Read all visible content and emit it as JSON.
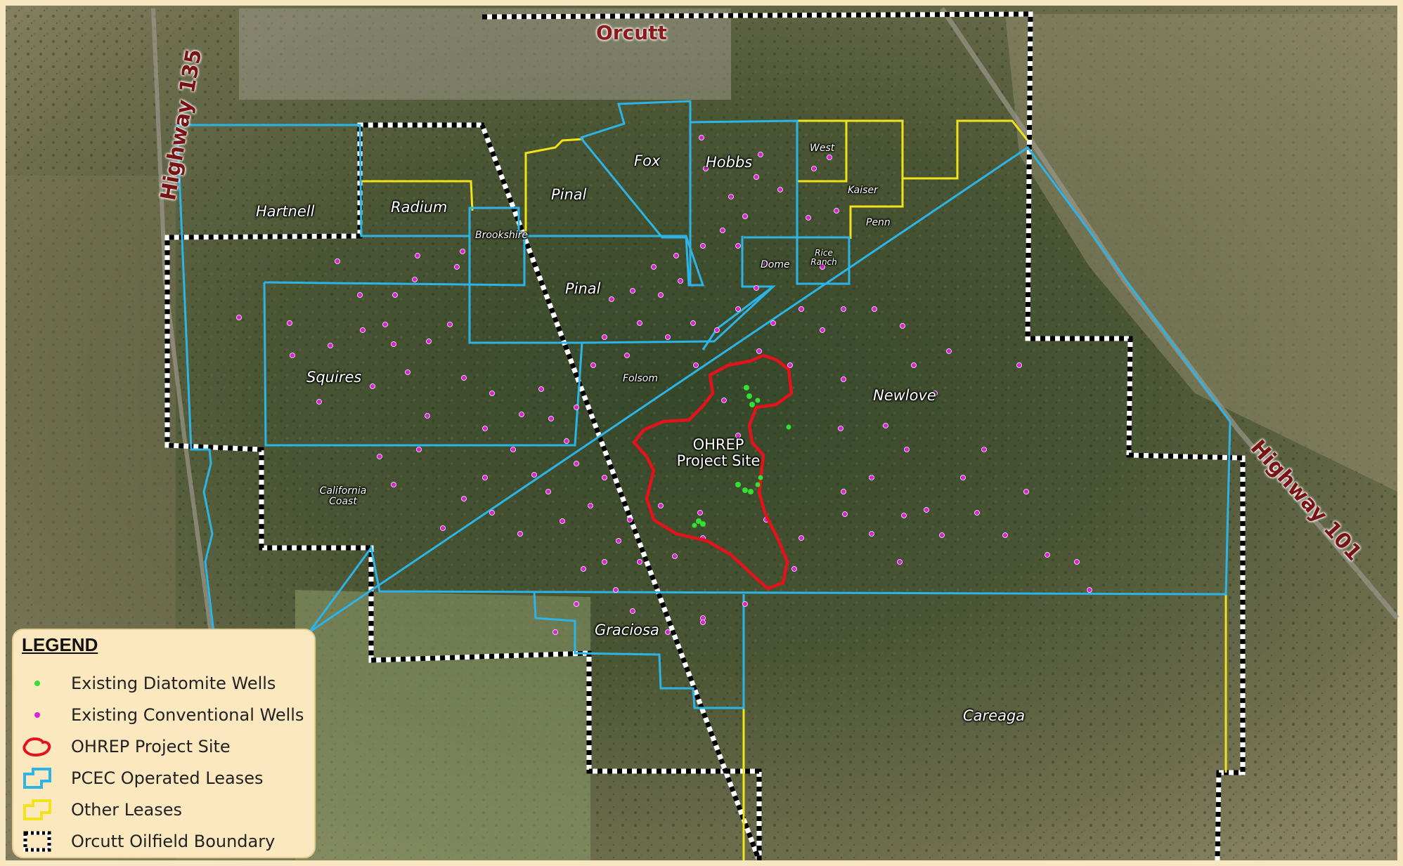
{
  "map": {
    "town": "Orcutt",
    "highways": {
      "hwy135": "Highway 135",
      "hwy101": "Highway 101"
    },
    "lease_labels": [
      {
        "key": "hartnell",
        "text": "Hartnell"
      },
      {
        "key": "radium",
        "text": "Radium"
      },
      {
        "key": "pinal_north",
        "text": "Pinal"
      },
      {
        "key": "fox",
        "text": "Fox"
      },
      {
        "key": "hobbs",
        "text": "Hobbs"
      },
      {
        "key": "west",
        "text": "West"
      },
      {
        "key": "kaiser",
        "text": "Kaiser"
      },
      {
        "key": "penn",
        "text": "Penn"
      },
      {
        "key": "brookshire",
        "text": "Brookshire"
      },
      {
        "key": "dome",
        "text": "Dome"
      },
      {
        "key": "rice_ranch",
        "text": "Rice Ranch"
      },
      {
        "key": "pinal_central",
        "text": "Pinal"
      },
      {
        "key": "squires",
        "text": "Squires"
      },
      {
        "key": "folsom",
        "text": "Folsom"
      },
      {
        "key": "newlove",
        "text": "Newlove"
      },
      {
        "key": "project_site",
        "text": "OHREP Project Site"
      },
      {
        "key": "california_coast",
        "text": "California Coast"
      },
      {
        "key": "graciosa",
        "text": "Graciosa"
      },
      {
        "key": "careaga",
        "text": "Careaga"
      }
    ]
  },
  "legend": {
    "title": "LEGEND",
    "items": [
      {
        "key": "diatomite",
        "label": "Existing Diatomite Wells",
        "color": "#33e033",
        "icon": "green-dot-icon"
      },
      {
        "key": "conventional",
        "label": "Existing Conventional Wells",
        "color": "#e01fd9",
        "icon": "magenta-dot-icon"
      },
      {
        "key": "project",
        "label": "OHREP Project Site",
        "color": "#e3121b",
        "icon": "red-outline-icon"
      },
      {
        "key": "pcec",
        "label": "PCEC Operated Leases",
        "color": "#2db4e6",
        "icon": "blue-outline-icon"
      },
      {
        "key": "other",
        "label": "Other Leases",
        "color": "#f2e21a",
        "icon": "yellow-outline-icon"
      },
      {
        "key": "boundary",
        "label": "Orcutt Oilfield Boundary",
        "color": "#000000",
        "icon": "checkered-outline-icon"
      }
    ]
  },
  "colors": {
    "background": "#f6e7c1",
    "terrain_dark": "#3b4a2a",
    "terrain_light": "#8a8f6e",
    "pcec_lease": "#2db4e6",
    "other_lease": "#f2e21a",
    "project_site": "#e3121b",
    "conventional_well": "#e01fd9",
    "diatomite_well": "#33e033",
    "highway_label": "#7a1414"
  }
}
